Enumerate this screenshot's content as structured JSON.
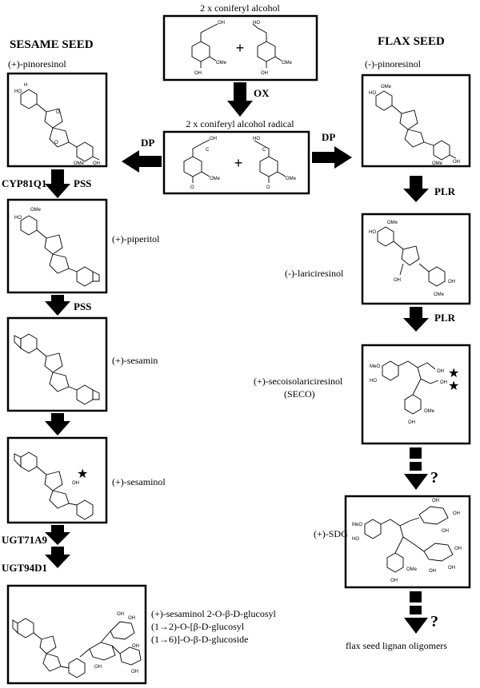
{
  "headings": {
    "left": "SESAME SEED",
    "right": "FLAX SEED"
  },
  "top": {
    "title": "2 x coniferyl alcohol",
    "radical_title": "2 x coniferyl alcohol radical",
    "plus": "+",
    "ox": "OX"
  },
  "enzymes": {
    "dp_left": "DP",
    "dp_right": "DP",
    "cyp": "CYP81Q1",
    "pss1": "PSS",
    "pss2": "PSS",
    "ugt1": "UGT71A9",
    "ugt2": "UGT94D1",
    "plr1": "PLR",
    "plr2": "PLR"
  },
  "compounds": {
    "pinoresinol_plus": "(+)-pinoresinol",
    "piperitol": "(+)-piperitol",
    "sesamin": "(+)-sesamin",
    "sesaminol": "(+)-sesaminol",
    "glucoside_line1": "(+)-sesaminol 2-O-β-D-glucosyl",
    "glucoside_line2": "(1→2)-O-[β-D-glucosyl",
    "glucoside_line3": "(1→6)]-O-β-D-glucoside",
    "pinoresinol_minus": "(-)-pinoresinol",
    "lariciresinol": "(-)-lariciresinol",
    "seco_line1": "(+)-secoisolariciresinol",
    "seco_line2": "(SECO)",
    "sdg": "(+)-SDG",
    "oligomers": "flax seed lignan oligomers"
  },
  "marks": {
    "star": "★",
    "question": "?"
  },
  "atoms": {
    "oh": "OH",
    "ome": "OMe",
    "meo": "MeO",
    "ho": "HO",
    "o": "O",
    "h": "H",
    "c": "C"
  }
}
